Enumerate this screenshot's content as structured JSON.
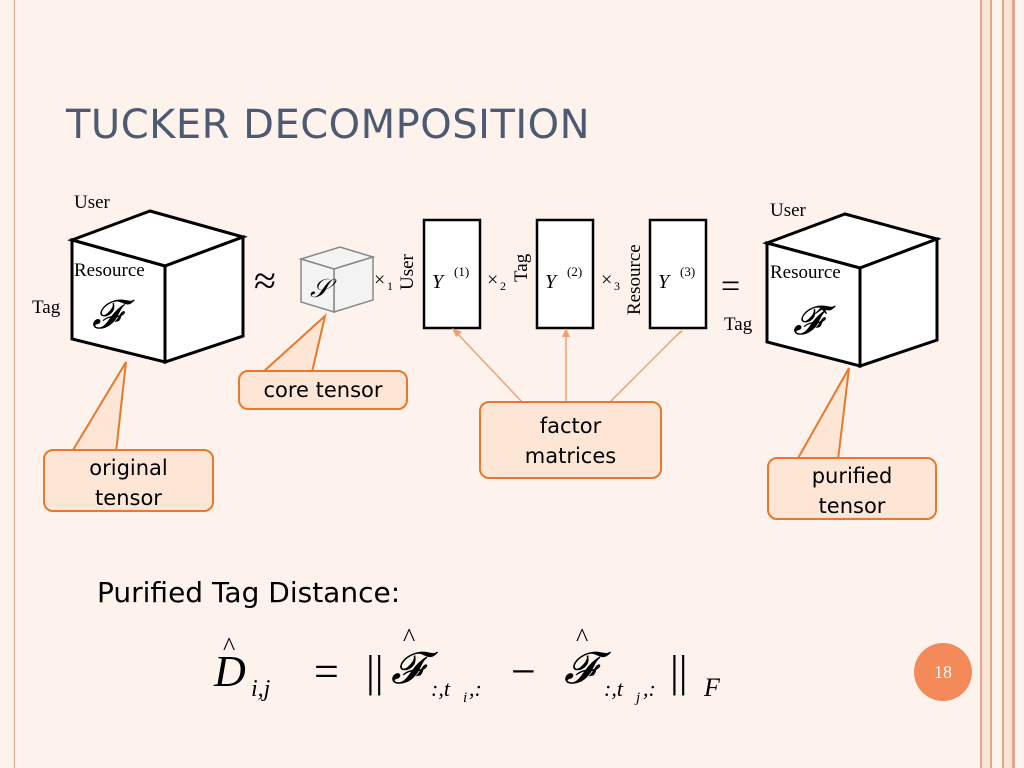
{
  "slide": {
    "title": "TUCKER DECOMPOSITION",
    "page_number": "18",
    "subtitle": "Purified Tag Distance:"
  },
  "diagram": {
    "original_tensor": {
      "axis_user": "User",
      "axis_resource": "Resource",
      "axis_tag": "Tag",
      "symbol": "𝓕"
    },
    "approx_symbol": "≈",
    "core_tensor_symbol": "𝒮",
    "mode_products": [
      "×",
      "×",
      "×"
    ],
    "mode_indices": [
      "1",
      "2",
      "3"
    ],
    "factor_matrices": [
      {
        "axis_label": "User",
        "symbol": "Y",
        "superscript": "(1)"
      },
      {
        "axis_label": "Tag",
        "symbol": "Y",
        "superscript": "(2)"
      },
      {
        "axis_label": "Resource",
        "symbol": "Y",
        "superscript": "(3)"
      }
    ],
    "equals_symbol": "=",
    "purified_tensor": {
      "axis_user": "User",
      "axis_resource": "Resource",
      "axis_tag": "Tag",
      "symbol": "𝓕̂"
    }
  },
  "callouts": {
    "core_tensor": "core tensor",
    "factor_matrices_line1": "factor",
    "factor_matrices_line2": "matrices",
    "original_tensor_line1": "original",
    "original_tensor_line2": "tensor",
    "purified_tensor_line1": "purified",
    "purified_tensor_line2": "tensor"
  },
  "formula": {
    "lhs_base": "D",
    "lhs_sub": "i,j",
    "equals": "=",
    "norm_open": "||",
    "term1_base": "𝓕",
    "term1_sub": ":,t",
    "term1_sub_i": "i",
    "term1_sub_tail": ",:",
    "minus": "−",
    "term2_base": "𝓕",
    "term2_sub": ":,t",
    "term2_sub_j": "j",
    "term2_sub_tail": ",:",
    "norm_close": "||",
    "norm_sub": "F"
  },
  "colors": {
    "title": "#4d5a72",
    "accent": "#e8782c",
    "callout_fill": "#fde6d6",
    "badge": "#f4895a",
    "arrow": "#f0a070"
  }
}
